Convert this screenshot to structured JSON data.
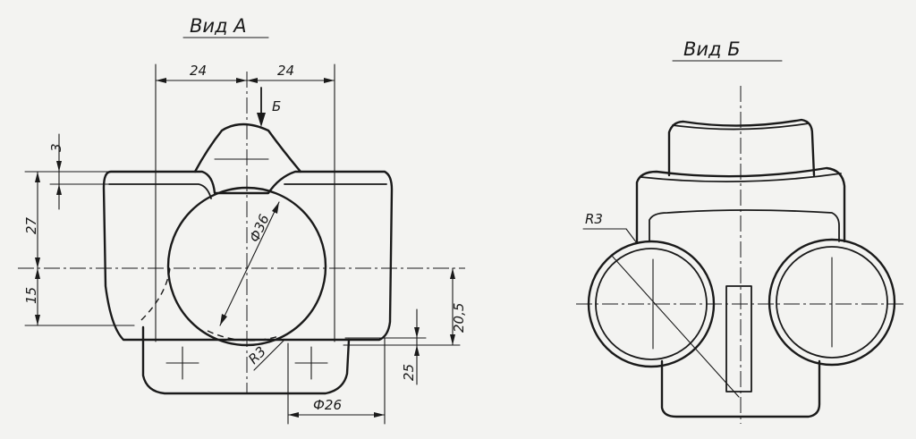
{
  "view_a": {
    "title": "Вид А",
    "view_marker": "Б",
    "dims": {
      "w_left": "24",
      "w_right": "24",
      "d3": "3",
      "d27": "27",
      "d15": "15",
      "d205": "20,5",
      "d25": "25",
      "phi36": "Ф36",
      "phi26": "Ф26",
      "r3": "R3"
    }
  },
  "view_b": {
    "title": "Вид Б",
    "dims": {
      "r3": "R3"
    }
  },
  "colors": {
    "ink": "#1a1a1a",
    "paper": "#f3f3f1"
  }
}
